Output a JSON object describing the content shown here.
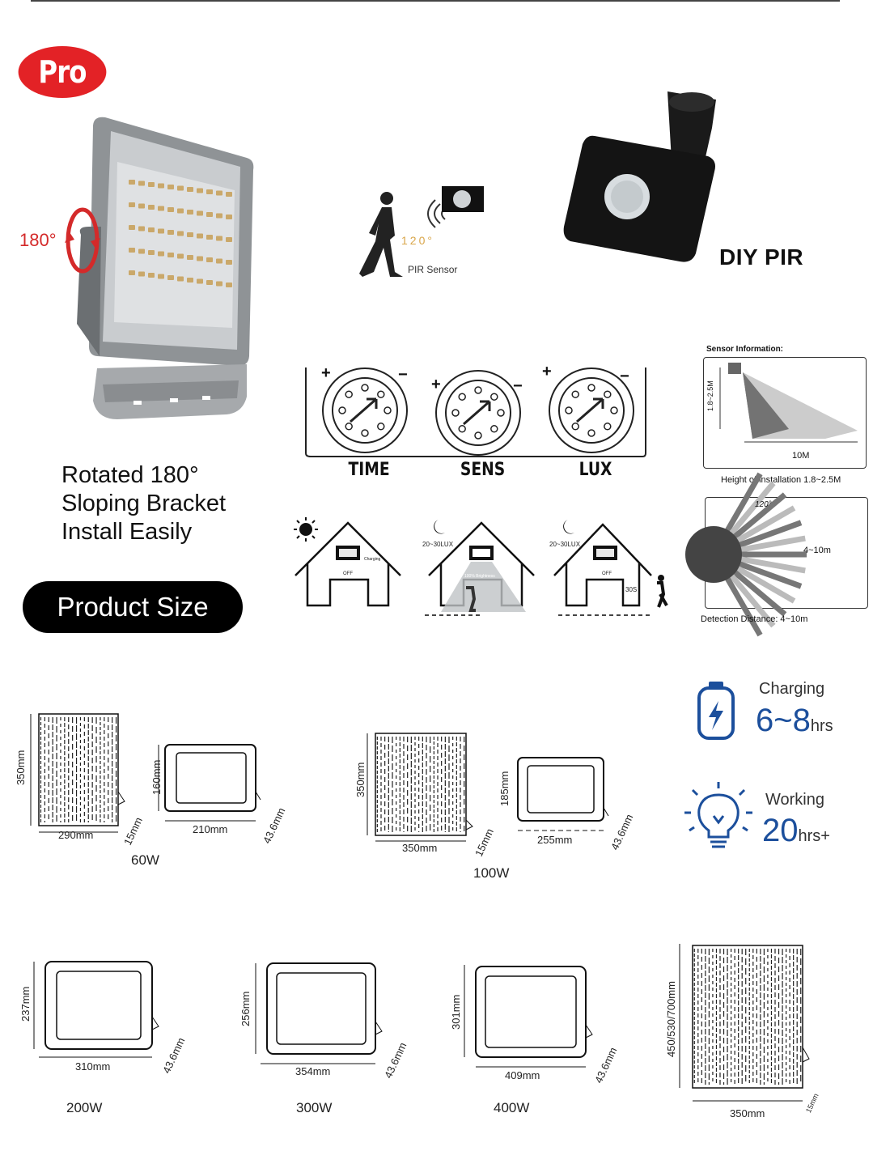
{
  "badge": "Pro",
  "features": {
    "rotation_label": "180°",
    "lines": [
      "Rotated 180°",
      "Sloping Bracket",
      "Install Easily"
    ]
  },
  "product_size_label": "Product Size",
  "pir": {
    "angle": "120°",
    "sensor_label": "PIR Sensor",
    "diy_label": "DIY PIR"
  },
  "knobs": {
    "plus": "+",
    "minus": "−",
    "items": [
      "TIME",
      "SENS",
      "LUX"
    ]
  },
  "scenes": {
    "lux_a": "20~30LUX",
    "lux_b": "20~30LUX",
    "charging": "Charging",
    "off_a": "OFF",
    "brightness": "100% Brightness",
    "off_b": "OFF",
    "delay": "30S"
  },
  "sensor_info": {
    "title": "Sensor Information:",
    "height_range": "1.8~2.5M",
    "distance": "10M",
    "height_caption": "Height of installation 1.8~2.5M",
    "angle": "120°",
    "range": "4~10m",
    "detection_caption": "Detection Distance: 4~10m"
  },
  "charging": {
    "label": "Charging",
    "value": "6~8",
    "unit": "hrs"
  },
  "working": {
    "label": "Working",
    "value": "20",
    "unit": "hrs+"
  },
  "models": {
    "w60": {
      "watt": "60W",
      "panel_h": "350mm",
      "panel_w": "290mm",
      "panel_d": "15mm",
      "lamp_h": "160mm",
      "lamp_w": "210mm",
      "lamp_d": "43.6mm"
    },
    "w100": {
      "watt": "100W",
      "panel_h": "350mm",
      "panel_w": "350mm",
      "panel_d": "15mm",
      "lamp_h": "185mm",
      "lamp_w": "255mm",
      "lamp_d": "43.6mm"
    },
    "w200": {
      "watt": "200W",
      "lamp_h": "237mm",
      "lamp_w": "310mm",
      "lamp_d": "43.6mm"
    },
    "w300": {
      "watt": "300W",
      "lamp_h": "256mm",
      "lamp_w": "354mm",
      "lamp_d": "43.6mm"
    },
    "w400": {
      "watt": "400W",
      "lamp_h": "301mm",
      "lamp_w": "409mm",
      "lamp_d": "43.6mm"
    },
    "big_panel": {
      "h": "450/530/700mm",
      "w": "350mm",
      "d": "15mm"
    }
  }
}
